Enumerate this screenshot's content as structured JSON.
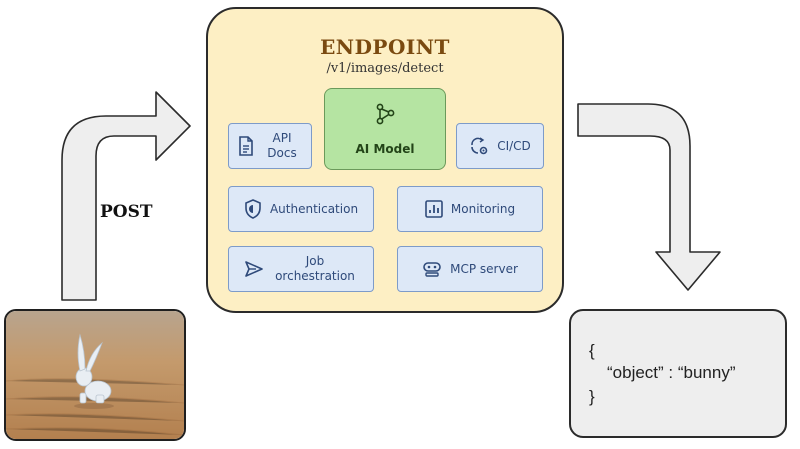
{
  "request": {
    "method_label": "POST"
  },
  "endpoint": {
    "title": "ENDPOINT",
    "route": "/v1/images/detect",
    "model": {
      "label": "AI Model",
      "icon": "network-nodes-icon"
    },
    "services": [
      {
        "label": "API Docs",
        "icon": "document-icon"
      },
      {
        "label": "CI/CD",
        "icon": "sync-gear-icon"
      },
      {
        "label": "Authentication",
        "icon": "shield-icon"
      },
      {
        "label": "Monitoring",
        "icon": "bar-chart-icon"
      },
      {
        "label": "Job orchestration",
        "icon": "send-icon"
      },
      {
        "label": "MCP server",
        "icon": "robot-icon"
      }
    ]
  },
  "response": {
    "open_brace": "{",
    "key": "“object”",
    "separator": " : ",
    "value": "“bunny”",
    "close_brace": "}"
  },
  "colors": {
    "endpoint_fill": "#fdefc4",
    "title_color": "#7a4a10",
    "tile_fill": "#dde8f7",
    "tile_border": "#7d9bc9",
    "model_fill": "#b5e4a2",
    "arrow_fill": "#eeeeee"
  }
}
